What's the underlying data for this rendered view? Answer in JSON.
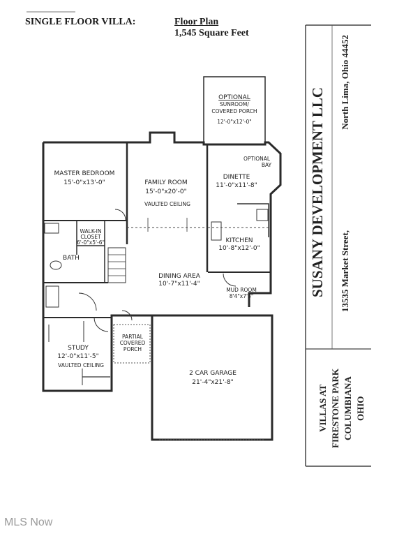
{
  "header": {
    "title_left": "SINGLE FLOOR VILLA:",
    "plan_title": "Floor Plan",
    "square_feet": "1,545 Square Feet"
  },
  "rooms": {
    "optional_sunroom": [
      "OPTIONAL",
      "SUNROOM/",
      "COVERED PORCH"
    ],
    "optional_sunroom_dim": "12'-0\"x12'-0\"",
    "optional_bay": [
      "OPTIONAL",
      "BAY"
    ],
    "master_bedroom": "MASTER BEDROOM",
    "master_bedroom_dim": "15'-0\"x13'-0\"",
    "family_room": "FAMILY ROOM",
    "family_room_dim": "15'-0\"x20'-0\"",
    "family_room_note": "VAULTED CEILING",
    "dinette": "DINETTE",
    "dinette_dim": "11'-0\"x11'-8\"",
    "walk_in_closet": [
      "WALK-IN",
      "CLOSET"
    ],
    "walk_in_closet_dim": "6'-0\"x5'-6\"",
    "kitchen": "KITCHEN",
    "kitchen_dim": "10'-8\"x12'-0\"",
    "bath": "BATH",
    "dining_area": "DINING AREA",
    "dining_area_dim": "10'-7\"x11'-4\"",
    "mud_room": "MUD ROOM",
    "mud_room_dim": "8'4\"x7'3\"",
    "partial_porch": [
      "PARTIAL",
      "COVERED",
      "PORCH"
    ],
    "study": "STUDY",
    "study_dim": "12'-0\"x11'-5\"",
    "study_note": "VAULTED CEILING",
    "garage": "2 CAR GARAGE",
    "garage_dim": "21'-4\"x21'-8\""
  },
  "sidebar": {
    "company": "SUSANY DEVELOPMENT LLC",
    "address_line": "North Lima, Ohio  44452",
    "street": "13535 Market Street,",
    "project": [
      "VILLAS AT",
      "FIRESTONE PARK",
      "COLUMBIANA",
      "OHIO"
    ]
  },
  "watermark": "MLS Now"
}
